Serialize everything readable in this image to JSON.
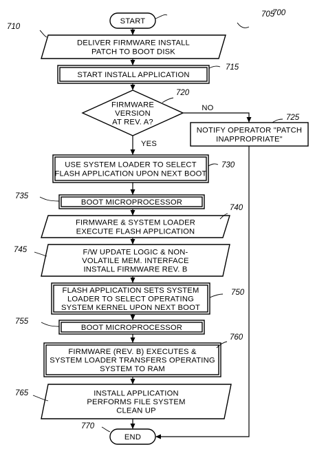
{
  "figure_number": "700",
  "nodes": [
    {
      "key": "start",
      "ref": "705",
      "shape": "terminal",
      "lines": [
        "START"
      ]
    },
    {
      "key": "deliver",
      "ref": "710",
      "shape": "parallelogram",
      "lines": [
        "DELIVER FIRMWARE INSTALL",
        "PATCH TO BOOT DISK"
      ]
    },
    {
      "key": "start-install",
      "ref": "715",
      "shape": "process",
      "lines": [
        "START INSTALL APPLICATION"
      ]
    },
    {
      "key": "firmware-check",
      "ref": "720",
      "shape": "decision",
      "lines": [
        "FIRMWARE",
        "VERSION",
        "AT REV. A?"
      ]
    },
    {
      "key": "notify",
      "ref": "725",
      "shape": "process",
      "lines": [
        "NOTIFY OPERATOR \"PATCH",
        "INAPPROPRIATE\""
      ]
    },
    {
      "key": "system-loader",
      "ref": "730",
      "shape": "process",
      "lines": [
        "USE SYSTEM LOADER TO SELECT",
        "FLASH APPLICATION UPON NEXT BOOT"
      ]
    },
    {
      "key": "boot-1",
      "ref": "735",
      "shape": "process",
      "lines": [
        "BOOT MICROPROCESSOR"
      ]
    },
    {
      "key": "execute-flash",
      "ref": "740",
      "shape": "parallelogram",
      "lines": [
        "FIRMWARE & SYSTEM LOADER",
        "EXECUTE FLASH APPLICATION"
      ]
    },
    {
      "key": "fw-update",
      "ref": "745",
      "shape": "parallelogram",
      "lines": [
        "F/W UPDATE LOGIC & NON-",
        "VOLATILE MEM. INTERFACE",
        "INSTALL FIRMWARE REV. B"
      ]
    },
    {
      "key": "flash-sets",
      "ref": "750",
      "shape": "process",
      "lines": [
        "FLASH APPLICATION SETS SYSTEM",
        "LOADER TO SELECT OPERATING",
        "SYSTEM KERNEL UPON NEXT BOOT"
      ]
    },
    {
      "key": "boot-2",
      "ref": "755",
      "shape": "process",
      "lines": [
        "BOOT MICROPROCESSOR"
      ]
    },
    {
      "key": "rev-b",
      "ref": "760",
      "shape": "process",
      "lines": [
        "FIRMWARE (REV. B) EXECUTES &",
        "SYSTEM LOADER TRANSFERS OPERATING",
        "SYSTEM TO RAM"
      ]
    },
    {
      "key": "cleanup",
      "ref": "765",
      "shape": "parallelogram",
      "lines": [
        "INSTALL APPLICATION",
        "PERFORMS FILE SYSTEM",
        "CLEAN UP"
      ]
    },
    {
      "key": "end",
      "ref": "770",
      "shape": "terminal",
      "lines": [
        "END"
      ]
    }
  ],
  "edges": [
    {
      "from": "start",
      "to": "deliver",
      "label": ""
    },
    {
      "from": "deliver",
      "to": "start-install",
      "label": ""
    },
    {
      "from": "start-install",
      "to": "firmware-check",
      "label": ""
    },
    {
      "from": "firmware-check",
      "to": "system-loader",
      "label": "YES"
    },
    {
      "from": "firmware-check",
      "to": "notify",
      "label": "NO"
    },
    {
      "from": "system-loader",
      "to": "boot-1",
      "label": ""
    },
    {
      "from": "boot-1",
      "to": "execute-flash",
      "label": ""
    },
    {
      "from": "execute-flash",
      "to": "fw-update",
      "label": ""
    },
    {
      "from": "fw-update",
      "to": "flash-sets",
      "label": ""
    },
    {
      "from": "flash-sets",
      "to": "boot-2",
      "label": ""
    },
    {
      "from": "boot-2",
      "to": "rev-b",
      "label": ""
    },
    {
      "from": "rev-b",
      "to": "cleanup",
      "label": ""
    },
    {
      "from": "cleanup",
      "to": "end",
      "label": ""
    },
    {
      "from": "notify",
      "to": "end",
      "label": ""
    }
  ]
}
